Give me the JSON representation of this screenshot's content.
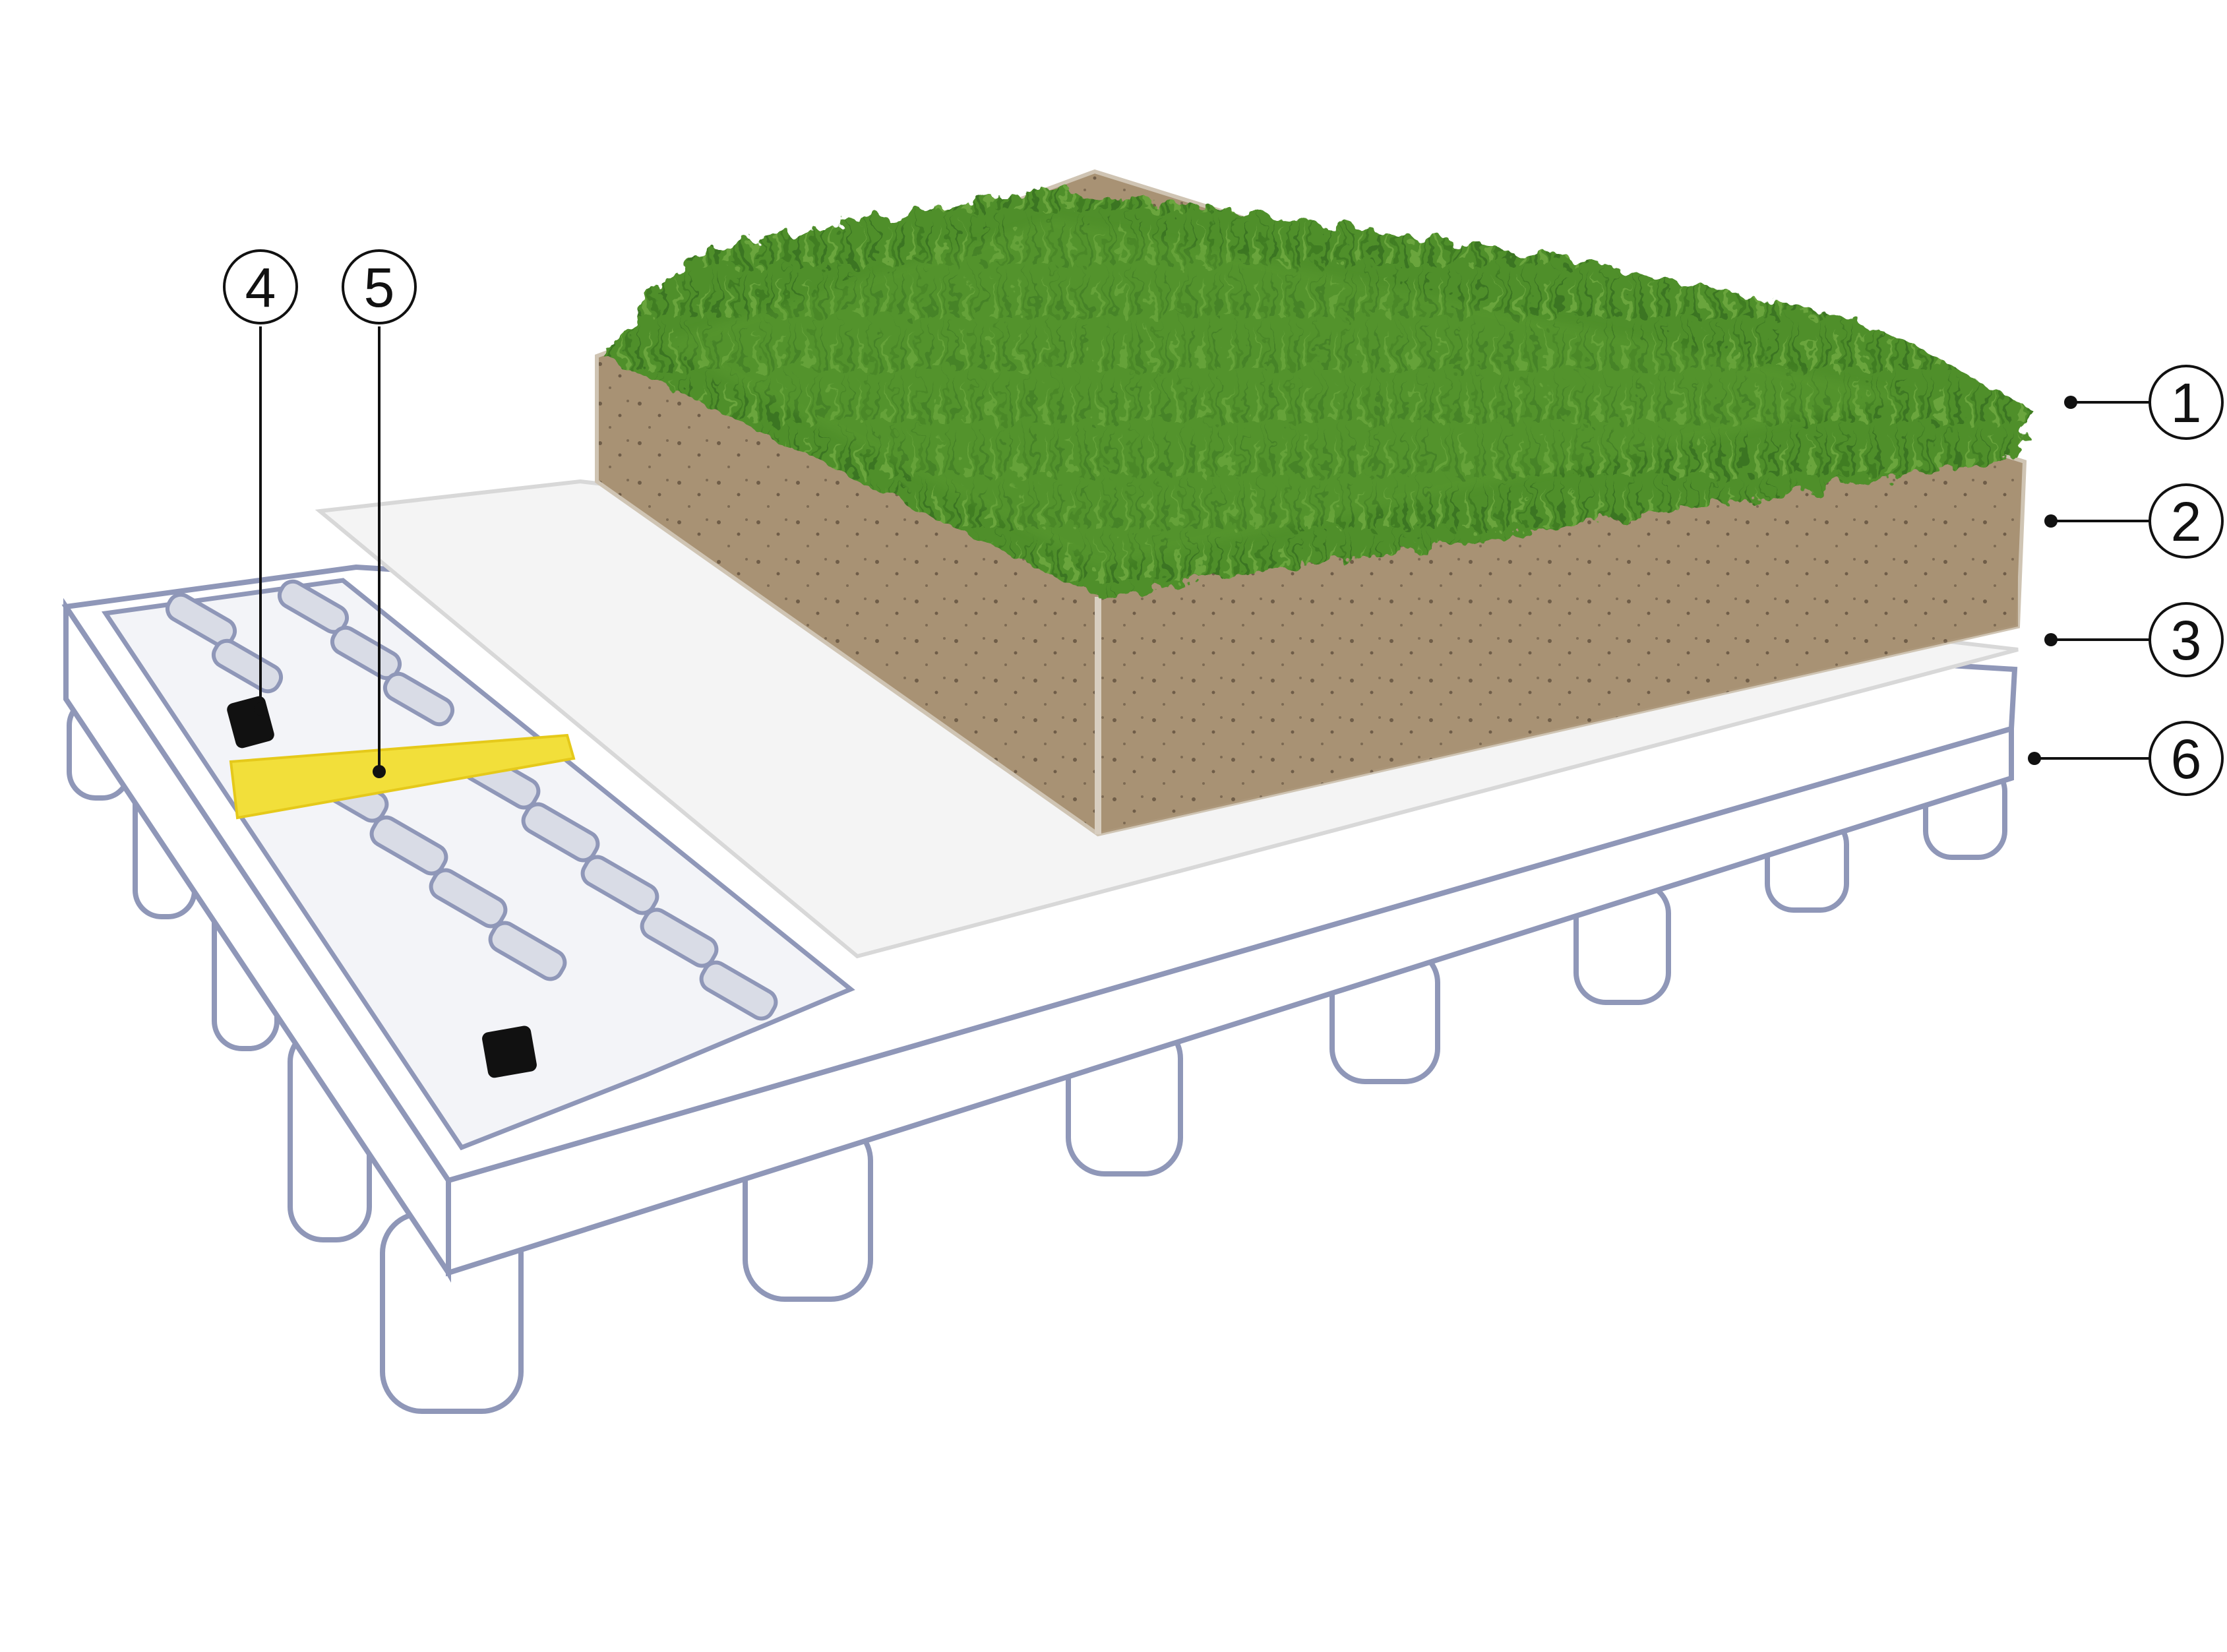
{
  "diagram": {
    "callouts": [
      {
        "id": "1",
        "label": "1"
      },
      {
        "id": "2",
        "label": "2"
      },
      {
        "id": "3",
        "label": "3"
      },
      {
        "id": "4",
        "label": "4"
      },
      {
        "id": "5",
        "label": "5"
      },
      {
        "id": "6",
        "label": "6"
      }
    ],
    "colors": {
      "vegetation": "#4f8f2c",
      "vegetation_dark": "#3a7420",
      "vegetation_light": "#7fb24f",
      "substrate": "#a89274",
      "substrate_dark": "#8c775d",
      "filter_fabric": "#f4f4f4",
      "drainage_board": "#ffffff",
      "drainage_outline": "#8f97b8",
      "connector_tape": "#f2df3a",
      "clip": "#111111",
      "leader_line": "#111111"
    }
  }
}
